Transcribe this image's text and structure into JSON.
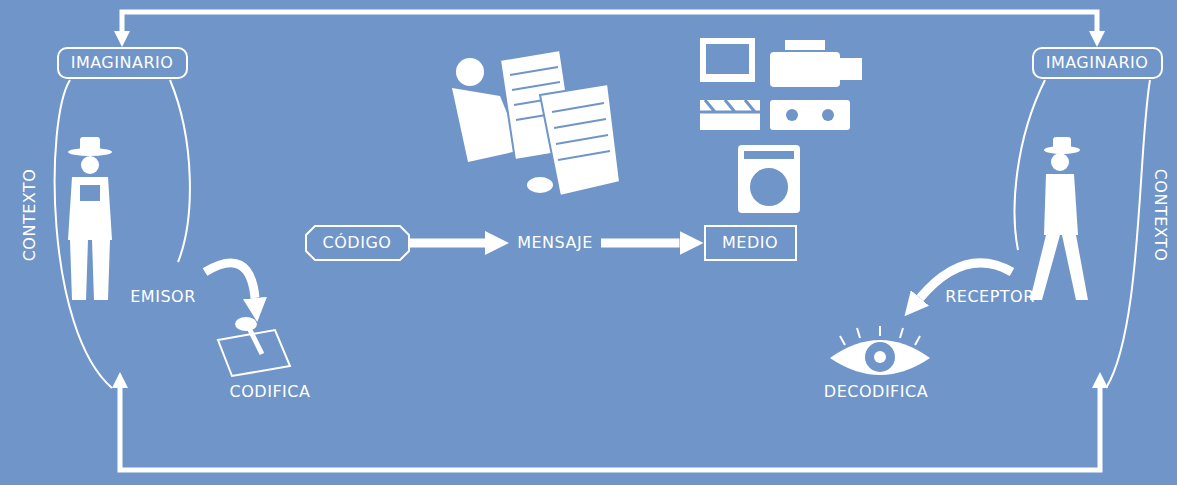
{
  "diagram": {
    "nodes": [
      {
        "text": [
          "IMAGINARIO"
        ]
      },
      {
        "text": [
          "CÓDIGO"
        ]
      },
      {
        "text": [
          "MENSAJE"
        ]
      },
      {
        "text": [
          "MEDIO"
        ]
      },
      {
        "text": [
          "IMAGINARIO"
        ]
      }
    ],
    "edges": [
      {
        "from": 1,
        "to": 2,
        "arrow": "to"
      },
      {
        "from": 2,
        "to": 3,
        "arrow": "to"
      },
      {
        "from": 0,
        "to": 4,
        "arrow": "both"
      }
    ],
    "labels": [
      "CONTEXTO",
      "EMISOR",
      "CODIFICA",
      "DECODIFICA",
      "RECEPTOR",
      "CONTEXTO"
    ]
  }
}
